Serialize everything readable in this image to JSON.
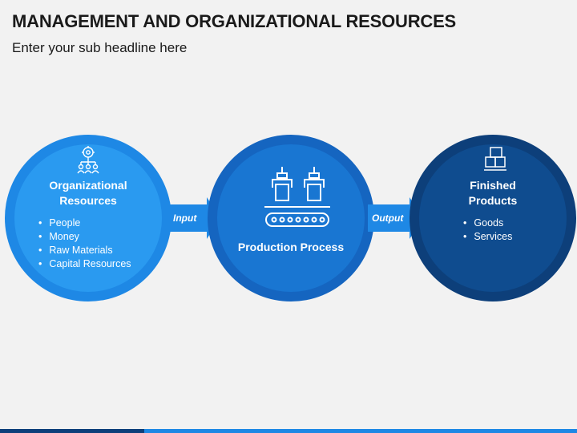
{
  "title": "MANAGEMENT AND ORGANIZATIONAL RESOURCES",
  "subtitle": "Enter your sub headline here",
  "colors": {
    "circle1_outer": "#1e88e5",
    "circle1_inner": "#2a9af0",
    "circle2_outer": "#1565c0",
    "circle2_inner": "#1976d2",
    "circle3_outer": "#0d3f7a",
    "circle3_inner": "#0f4c8f",
    "arrow": "#1e88e5"
  },
  "steps": [
    {
      "icon": "team-hierarchy-gear-icon",
      "title_line1": "Organizational",
      "title_line2": "Resources",
      "bullets": [
        "People",
        "Money",
        "Raw Materials",
        "Capital Resources"
      ]
    },
    {
      "icon": "robotic-conveyor-icon",
      "title_line1": "Production Process",
      "title_line2": "",
      "bullets": []
    },
    {
      "icon": "boxes-stack-icon",
      "title_line1": "Finished",
      "title_line2": "Products",
      "bullets": [
        "Goods",
        "Services"
      ]
    }
  ],
  "arrows": [
    {
      "label": "Input"
    },
    {
      "label": "Output"
    }
  ]
}
